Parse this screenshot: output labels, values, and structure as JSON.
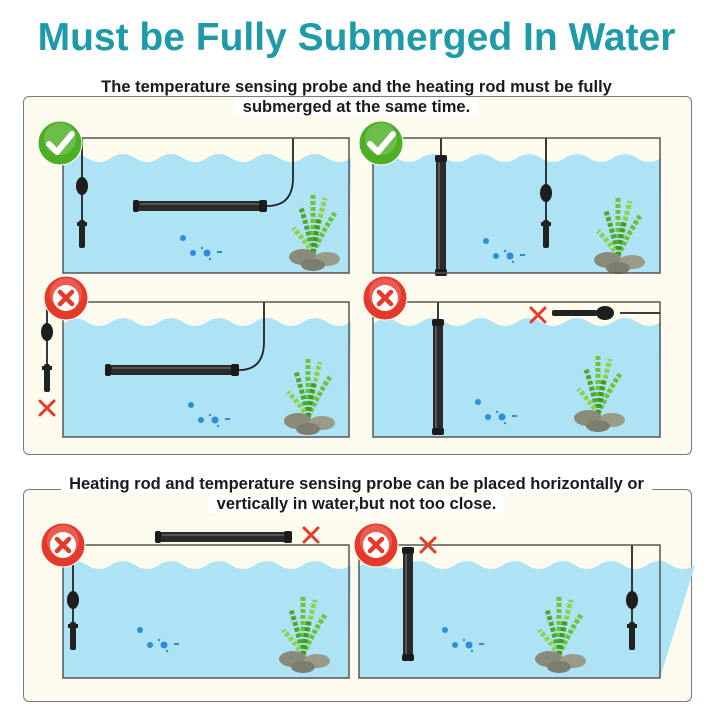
{
  "title": "Must be Fully Submerged In Water",
  "section1": {
    "caption_line1": "The temperature sensing probe and the heating rod must be fully",
    "caption_line2": "submerged at the same time."
  },
  "section2": {
    "caption_line1": "Heating rod and temperature sensing probe can be placed horizontally or",
    "caption_line2": "vertically in water,but not too close."
  },
  "icons": {
    "correct": "check-circle-icon",
    "wrong": "x-circle-icon",
    "mark": "x-mark-icon"
  },
  "colors": {
    "title": "#1e9aa8",
    "water": "#aee3f6",
    "correct": "#4caf24",
    "wrong": "#e53a2a",
    "panel": "#fdfbee"
  }
}
